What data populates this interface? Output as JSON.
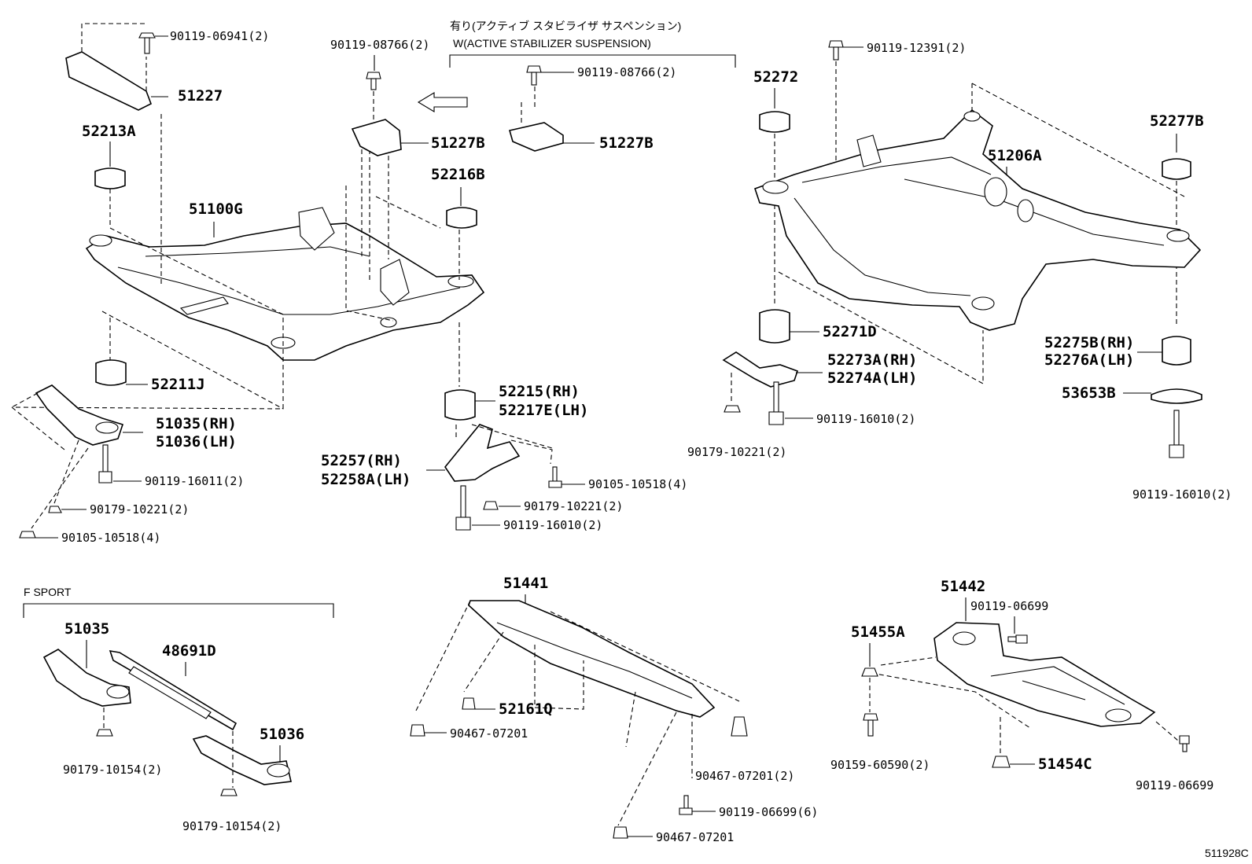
{
  "diagram_id": "511928C",
  "notes": {
    "active_jp": "有り(アクティブ スタビライザ サスペンション)",
    "active_en": "W(ACTIVE STABILIZER SUSPENSION)",
    "f_sport": "F SPORT"
  },
  "labels": {
    "p90119_06941": "90119-06941(2)",
    "p51227": "51227",
    "p52213A": "52213A",
    "p51100G": "51100G",
    "p52211J": "52211J",
    "p51035_rh": "51035(RH)",
    "p51036_lh": "51036(LH)",
    "p90119_16011": "90119-16011(2)",
    "p90179_10221_a": "90179-10221(2)",
    "p90105_10518_a": "90105-10518(4)",
    "p90119_08766_a": "90119-08766(2)",
    "p51227B_a": "51227B",
    "p90119_08766_b": "90119-08766(2)",
    "p51227B_b": "51227B",
    "p52216B": "52216B",
    "p52215_rh": "52215(RH)",
    "p52217E_lh": "52217E(LH)",
    "p52257_rh": "52257(RH)",
    "p52258A_lh": "52258A(LH)",
    "p90105_10518_b": "90105-10518(4)",
    "p90179_10221_b": "90179-10221(2)",
    "p90119_16010_a": "90119-16010(2)",
    "p90119_12391": "90119-12391(2)",
    "p52272": "52272",
    "p51206A": "51206A",
    "p52277B": "52277B",
    "p52271D": "52271D",
    "p52273A_rh": "52273A(RH)",
    "p52274A_lh": "52274A(LH)",
    "p90119_16010_b": "90119-16010(2)",
    "p90179_10221_c": "90179-10221(2)",
    "p52275B_rh": "52275B(RH)",
    "p52276A_lh": "52276A(LH)",
    "p53653B": "53653B",
    "p90119_16010_c": "90119-16010(2)",
    "p51035": "51035",
    "p48691D": "48691D",
    "p51036": "51036",
    "p90179_10154_a": "90179-10154(2)",
    "p90179_10154_b": "90179-10154(2)",
    "p51441": "51441",
    "p52161Q": "52161Q",
    "p90467_07201_a": "90467-07201",
    "p90467_07201_b": "90467-07201(2)",
    "p90119_06699_a": "90119-06699(6)",
    "p90467_07201_c": "90467-07201",
    "p51442": "51442",
    "p90119_06699_b": "90119-06699",
    "p51455A": "51455A",
    "p90159_60590": "90159-60590(2)",
    "p51454C": "51454C",
    "p90119_06699_c": "90119-06699"
  }
}
